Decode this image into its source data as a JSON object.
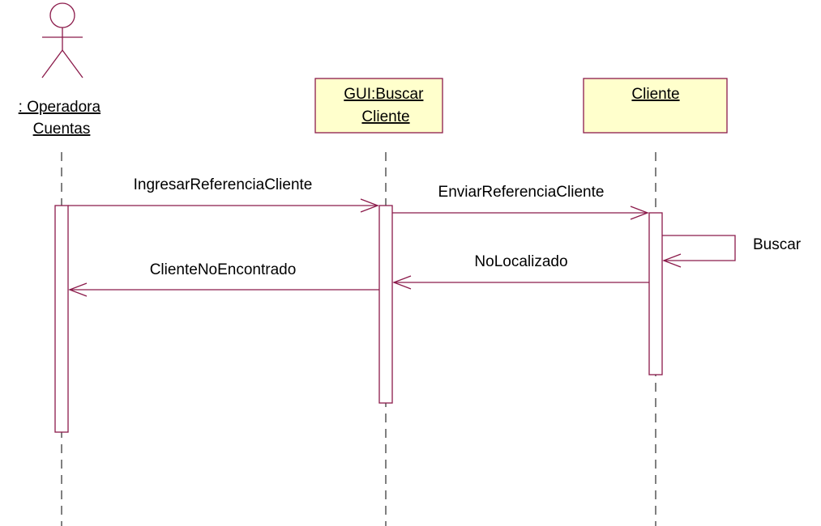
{
  "participants": [
    {
      "id": "operadora",
      "kind": "actor",
      "label_lines": [
        ": Operadora",
        "Cuentas"
      ]
    },
    {
      "id": "gui",
      "kind": "object",
      "label_lines": [
        "GUI:Buscar",
        "Cliente"
      ]
    },
    {
      "id": "cliente",
      "kind": "object",
      "label_lines": [
        "Cliente"
      ]
    }
  ],
  "messages": [
    {
      "id": "m1",
      "from": "operadora",
      "to": "gui",
      "label": "IngresarReferenciaCliente"
    },
    {
      "id": "m2",
      "from": "gui",
      "to": "cliente",
      "label": "EnviarReferenciaCliente"
    },
    {
      "id": "m3",
      "from": "cliente",
      "to": "cliente",
      "label": "Buscar"
    },
    {
      "id": "m4",
      "from": "cliente",
      "to": "gui",
      "label": "NoLocalizado"
    },
    {
      "id": "m5",
      "from": "gui",
      "to": "operadora",
      "label": "ClienteNoEncontrado"
    }
  ],
  "colors": {
    "line": "#8b1a4a",
    "object_fill": "#ffffcc",
    "lifeline": "#000000",
    "text": "#000000"
  }
}
